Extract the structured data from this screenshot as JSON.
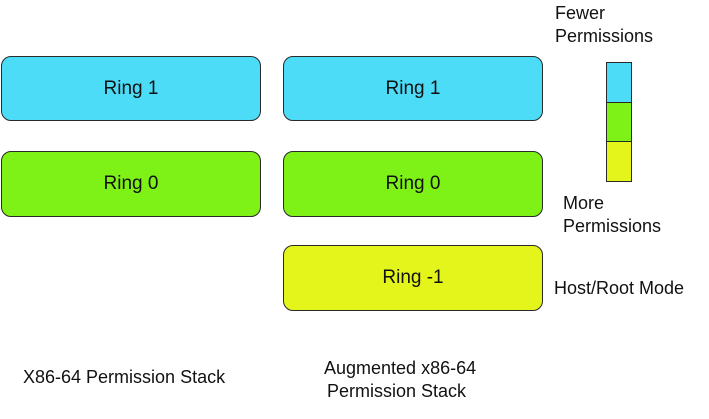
{
  "left_stack": {
    "caption": "X86-64 Permission Stack",
    "rings": [
      {
        "label": "Ring 1",
        "color": "#4ddcf7"
      },
      {
        "label": "Ring 0",
        "color": "#7ef217"
      }
    ]
  },
  "right_stack": {
    "caption_line1": "Augmented x86-64",
    "caption_line2": "Permission Stack",
    "rings": [
      {
        "label": "Ring 1",
        "color": "#4ddcf7"
      },
      {
        "label": "Ring 0",
        "color": "#7ef217"
      },
      {
        "label": "Ring -1",
        "color": "#e4f51b"
      }
    ]
  },
  "legend": {
    "top_label_line1": "Fewer",
    "top_label_line2": "Permissions",
    "bottom_label_line1": "More",
    "bottom_label_line2": "Permissions",
    "colors": [
      "#4ddcf7",
      "#7ef217",
      "#e4f51b"
    ]
  },
  "host_label": "Host/Root Mode"
}
